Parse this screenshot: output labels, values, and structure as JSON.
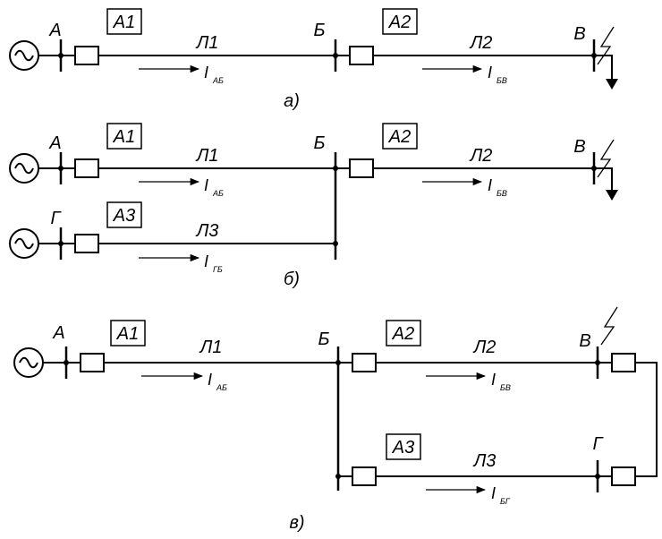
{
  "a": {
    "bus_a": "А",
    "bus_b": "Б",
    "bus_v": "В",
    "relay1": "А1",
    "relay2": "А2",
    "line1": "Л1",
    "line2": "Л2",
    "cur1_main": "I",
    "cur1_sub": "АБ",
    "cur2_main": "I",
    "cur2_sub": "БВ",
    "caption": "а)"
  },
  "b": {
    "bus_a": "А",
    "bus_b": "Б",
    "bus_v": "В",
    "bus_g": "Г",
    "relay1": "А1",
    "relay2": "А2",
    "relay3": "А3",
    "line1": "Л1",
    "line2": "Л2",
    "line3": "Л3",
    "cur1_main": "I",
    "cur1_sub": "АБ",
    "cur2_main": "I",
    "cur2_sub": "БВ",
    "cur3_main": "I",
    "cur3_sub": "ГБ",
    "caption": "б)"
  },
  "c": {
    "bus_a": "А",
    "bus_b": "Б",
    "bus_v": "В",
    "bus_g": "Г",
    "relay1": "А1",
    "relay2": "А2",
    "relay3": "А3",
    "line1": "Л1",
    "line2": "Л2",
    "line3": "Л3",
    "cur1_main": "I",
    "cur1_sub": "АБ",
    "cur2_main": "I",
    "cur2_sub": "БВ",
    "cur3_main": "I",
    "cur3_sub": "БГ",
    "caption": "в)"
  }
}
